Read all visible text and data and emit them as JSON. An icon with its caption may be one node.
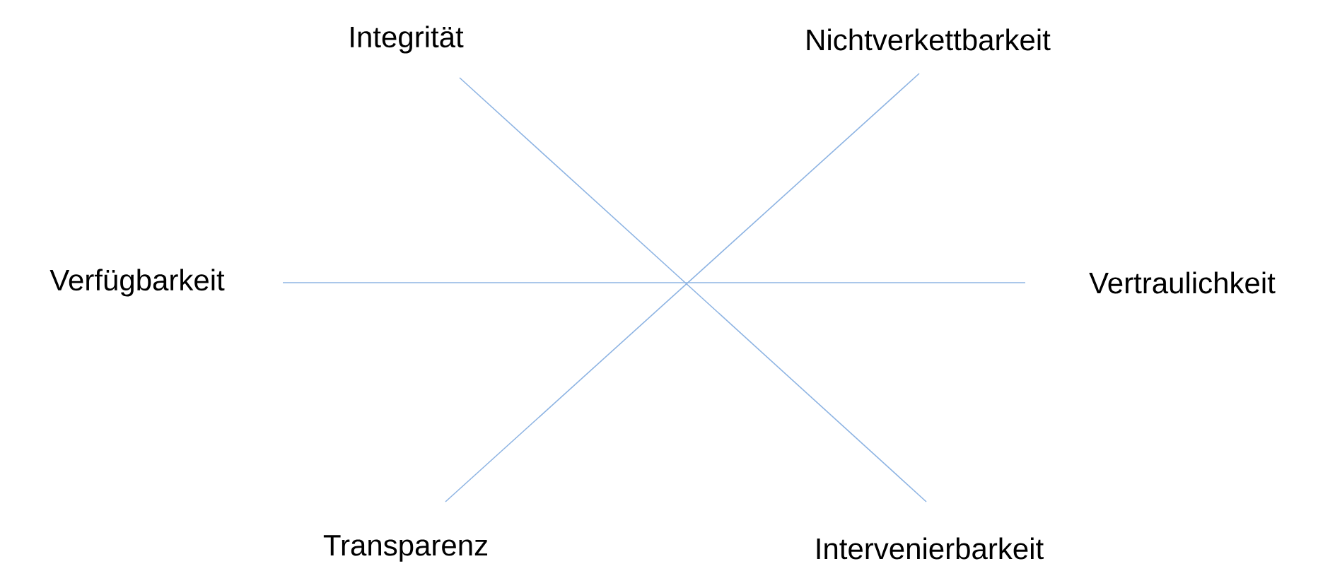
{
  "diagram": {
    "nodes": [
      {
        "text": [
          "Integrität"
        ]
      },
      {
        "text": [
          "Nichtverkettbarkeit"
        ]
      },
      {
        "text": [
          "Verfügbarkeit"
        ]
      },
      {
        "text": [
          "Vertraulichkeit"
        ]
      },
      {
        "text": [
          "Transparenz"
        ]
      },
      {
        "text": [
          "Intervenierbarkeit"
        ]
      }
    ],
    "edges": [
      {
        "from": 0,
        "to": 5,
        "arrow": "none"
      },
      {
        "from": 1,
        "to": 4,
        "arrow": "none"
      },
      {
        "from": 2,
        "to": 3,
        "arrow": "none"
      }
    ]
  }
}
